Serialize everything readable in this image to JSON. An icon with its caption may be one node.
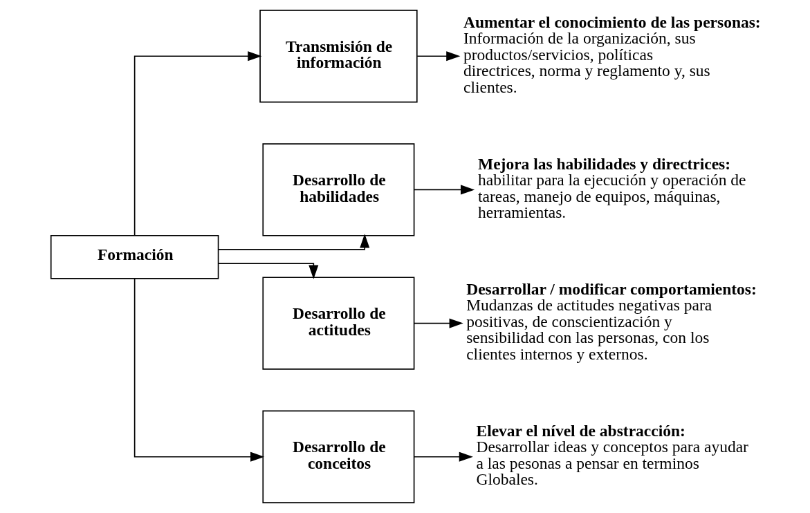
{
  "diagram": {
    "nodes": [
      {
        "text": [
          "Formación"
        ]
      },
      {
        "text": [
          "Transmisión de información"
        ]
      },
      {
        "text": [
          "Desarrollo de habilidades"
        ]
      },
      {
        "text": [
          "Desarrollo de actitudes"
        ]
      },
      {
        "text": [
          "Desarrollo de conceitos"
        ]
      },
      {
        "text": [
          "Aumentar el conocimiento de las personas:",
          "Información de la organización, sus productos/servicios, políticas directrices, norma y reglamento y, sus clientes."
        ]
      },
      {
        "text": [
          "Mejora las habilidades y directrices:",
          "habilitar para la ejecución y operación de tareas, manejo de equipos, máquinas, herramientas."
        ]
      },
      {
        "text": [
          "Desarrollar / modificar comportamientos:",
          "Mudanzas de actitudes negativas para positivas, de conscientización y sensibilidad con las personas, con los clientes internos y externos."
        ]
      },
      {
        "text": [
          "Elevar el nível de abstracción:",
          "Desarrollar ideas y conceptos para ayudar a las pesonas a pensar en terminos Globales."
        ]
      }
    ],
    "edges": [
      {
        "from": 0,
        "to": 1,
        "arrow": "to"
      },
      {
        "from": 0,
        "to": 2,
        "arrow": "to"
      },
      {
        "from": 0,
        "to": 3,
        "arrow": "to"
      },
      {
        "from": 0,
        "to": 4,
        "arrow": "to"
      },
      {
        "from": 1,
        "to": 5,
        "arrow": "to"
      },
      {
        "from": 2,
        "to": 6,
        "arrow": "to"
      },
      {
        "from": 3,
        "to": 7,
        "arrow": "to"
      },
      {
        "from": 4,
        "to": 8,
        "arrow": "to"
      }
    ]
  }
}
